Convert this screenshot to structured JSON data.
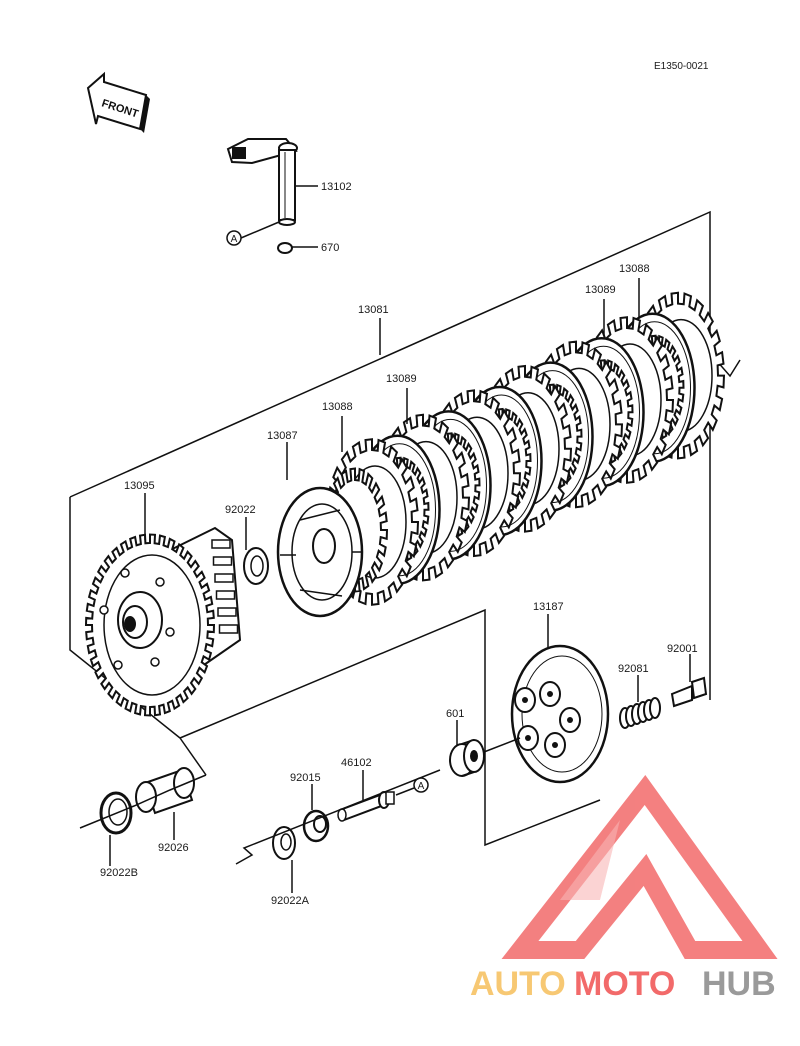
{
  "reference_code": "E1350-0021",
  "front_marker": "FRONT",
  "callout_marker": "A",
  "parts": {
    "shaft": "13102",
    "oring": "670",
    "plate_set": "13081",
    "plate_13088_top": "13088",
    "plate_13089_top": "13089",
    "plate_13089_mid": "13089",
    "plate_13088_mid": "13088",
    "hub": "13087",
    "housing": "13095",
    "washer": "92022",
    "pressure_plate": "13187",
    "bolt": "92001",
    "spring": "92081",
    "bearing": "601",
    "pusher": "46102",
    "nut": "92015",
    "collar": "92026",
    "washer_b": "92022B",
    "washer_a": "92022A"
  },
  "watermark": {
    "part1": "AUTO",
    "part2": "MOTO",
    "part3": "HUB",
    "colors": {
      "auto": "#f7c873",
      "moto": "#f26a6a",
      "hub": "#9a9a9a",
      "triangle": "#f26a6a"
    }
  }
}
